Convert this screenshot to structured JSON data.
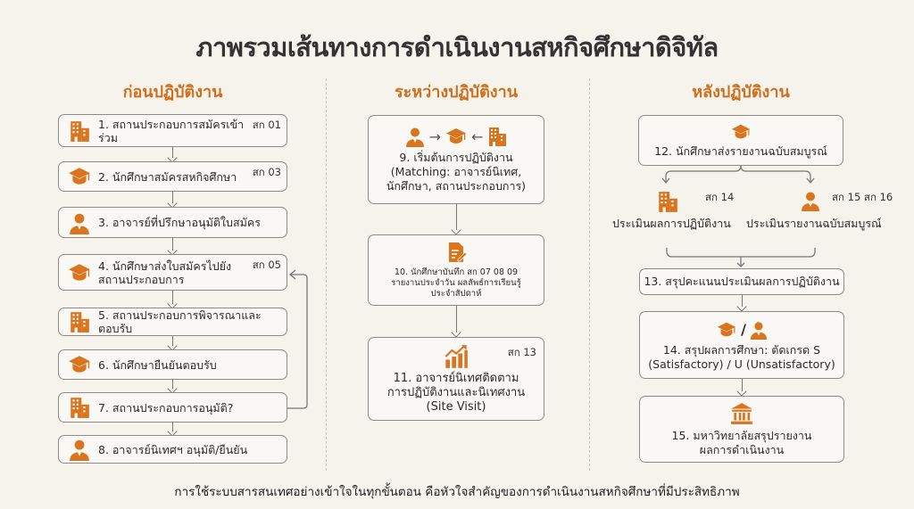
{
  "title": "ภาพรวมเส้นทางการดำเนินงานสหกิจศึกษาดิจิทัล",
  "columns": {
    "before": "ก่อนปฏิบัติงาน",
    "during": "ระหว่างปฏิบัติงาน",
    "after": "หลังปฏิบัติงาน"
  },
  "before_steps": [
    {
      "text": "1. สถานประกอบการสมัครเข้าร่วม",
      "tag": "สก 01",
      "icon": "building-icon"
    },
    {
      "text": "2. นักศึกษาสมัครสหกิจศึกษา",
      "tag": "สก 03",
      "icon": "graduation-cap-icon"
    },
    {
      "text": "3. อาจารย์ที่ปรึกษาอนุมัติใบสมัคร",
      "tag": "",
      "icon": "person-icon"
    },
    {
      "text": "4. นักศึกษาส่งใบสมัครไปยัง สถานประกอบการ",
      "tag": "สก 05",
      "icon": "graduation-cap-icon"
    },
    {
      "text": "5. สถานประกอบการพิจารณาและตอบรับ",
      "tag": "",
      "icon": "building-icon"
    },
    {
      "text": "6. นักศึกษายืนยันตอบรับ",
      "tag": "",
      "icon": "graduation-cap-icon"
    },
    {
      "text": "7. สถานประกอบการอนุมัติ?",
      "tag": "",
      "icon": "building-icon"
    },
    {
      "text": "8. อาจารย์นิเทศฯ อนุมัติ/ยืนยัน",
      "tag": "",
      "icon": "person-icon"
    }
  ],
  "during_steps": [
    {
      "text": "9. เริ่มต้นการปฏิบัติงาน (Matching: อาจารย์นิเทศ, นักศึกษา, สถานประกอบการ)",
      "tag": ""
    },
    {
      "text": "10. นักศึกษาบันทึก สก 07 08 09 รายงานประจำวัน ผลลัพธ์การเรียนรู้ประจำสัปดาห์",
      "tag": ""
    },
    {
      "text": "11. อาจารย์นิเทศติดตาม การปฏิบัติงานและนิเทศงาน (Site Visit)",
      "tag": "สก 13"
    }
  ],
  "after_steps": {
    "s12": "12. นักศึกษาส่งรายงานฉบับสมบูรณ์",
    "eval_work": {
      "text": "ประเมินผลการปฏิบัติงาน",
      "tag": "สก 14"
    },
    "eval_report": {
      "text": "ประเมินรายงานฉบับสมบูรณ์",
      "tag": "สก 15 สก 16"
    },
    "s13": "13. สรุปคะแนนประเมินผลการปฏิบัติงาน",
    "s14": "14. สรุปผลการศึกษา: ตัดเกรด S (Satisfactory) / U (Unsatisfactory)",
    "s14_sep": "/",
    "s15": "15. มหาวิทยาลัยสรุปรายงาน ผลการดำเนินงาน"
  },
  "footer": "การใช้ระบบสารสนเทศอย่างเข้าใจในทุกขั้นตอน คือหัวใจสำคัญของการดำเนินงานสหกิจศึกษาที่มีประสิทธิภาพ",
  "colors": {
    "accent": "#d0701d",
    "icon": "#d9741f",
    "border": "#8f8a84",
    "background": "#f6f2ec"
  }
}
